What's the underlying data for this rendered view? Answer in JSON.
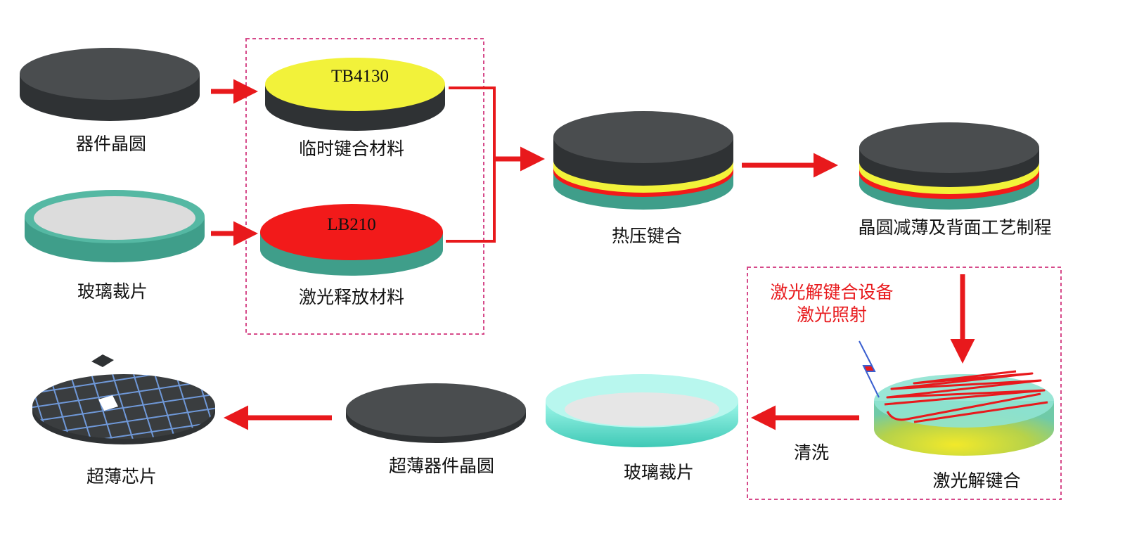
{
  "labels": {
    "device_wafer": "器件晶圆",
    "glass_carrier_top": "玻璃裁片",
    "temp_bonding_material": "临时键合材料",
    "tb_code": "TB4130",
    "laser_release_material": "激光释放材料",
    "lb_code": "LB210",
    "thermo_compression_bonding": "热压键合",
    "thinning_backside": "晶圆减薄及背面工艺制程",
    "laser_equipment": "激光解键合设备",
    "laser_irradiation": "激光照射",
    "laser_debonding": "激光解键合",
    "cleaning": "清洗",
    "glass_carrier_bottom": "玻璃裁片",
    "ultrathin_device_wafer": "超薄器件晶圆",
    "ultrathin_chip": "超薄芯片"
  },
  "colors": {
    "arrow": "#e8191c",
    "wafer_top": "#4a4d4f",
    "wafer_side": "#2f3234",
    "glass_side": "#3f9e8a",
    "glass_top": "#dcdcdc",
    "tb_yellow": "#f2f23a",
    "lb_red": "#f21a1a",
    "dash_frame": "#d64a8a",
    "cyan_glass": "#7ff0e0",
    "grid_line": "#6f98d8"
  }
}
